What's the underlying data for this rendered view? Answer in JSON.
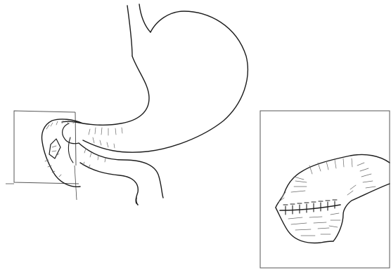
{
  "figure": {
    "panels": [
      {
        "id": "main-view",
        "content": "stomach-and-duodenum-drawing"
      },
      {
        "id": "inset-view",
        "content": "sutured-stump-detail-drawing"
      }
    ],
    "stroke_color": "#1c1c1c",
    "background_color": "#ffffff"
  }
}
